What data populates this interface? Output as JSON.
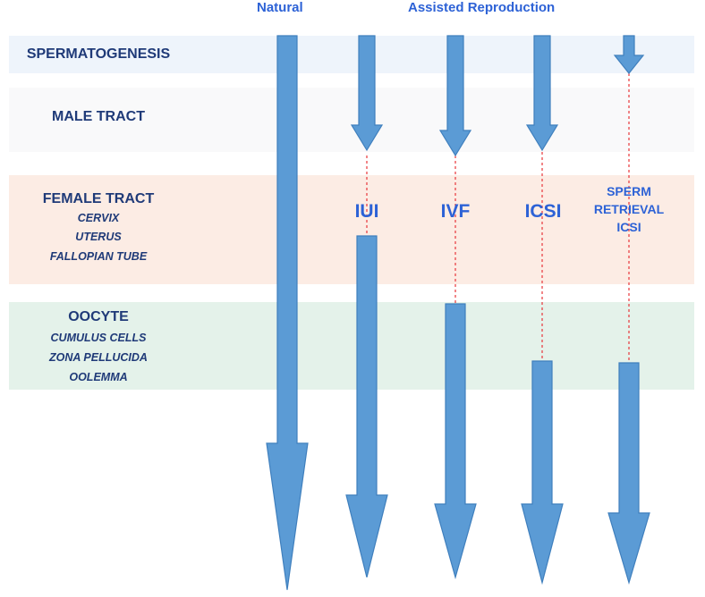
{
  "header": {
    "natural": "Natural",
    "assisted": "Assisted Reproduction"
  },
  "stages": {
    "spermatogenesis": {
      "title": "SPERMATOGENESIS"
    },
    "male_tract": {
      "title": "MALE TRACT"
    },
    "female_tract": {
      "title": "FEMALE TRACT",
      "sub": [
        "CERVIX",
        "UTERUS",
        "FALLOPIAN TUBE"
      ]
    },
    "oocyte": {
      "title": "OOCYTE",
      "sub": [
        "CUMULUS CELLS",
        "ZONA PELLUCIDA",
        "OOLEMMA"
      ]
    }
  },
  "methods": {
    "iui": "IUI",
    "ivf": "IVF",
    "icsi": "ICSI",
    "sperm_retrieval": [
      "SPERM",
      "RETRIEVAL",
      "ICSI"
    ]
  },
  "colors": {
    "arrow_fill": "#5b9bd5",
    "arrow_stroke": "#3f7fbd",
    "dashed_line": "#e8363a",
    "stage_text": "#1f3a78",
    "header_text": "#2d62d6"
  }
}
